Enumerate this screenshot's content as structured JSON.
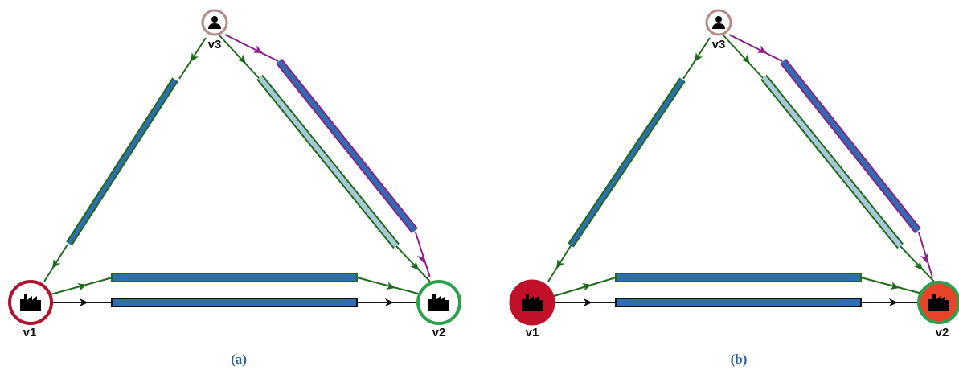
{
  "panels": [
    {
      "caption": "(a)",
      "nodes": {
        "v1": {
          "label": "v1",
          "icon": "factory-icon",
          "fill": "#ffffff",
          "stroke": "#b3122e"
        },
        "v2": {
          "label": "v2",
          "icon": "factory-icon",
          "fill": "#ffffff",
          "stroke": "#2aa14a"
        },
        "v3": {
          "label": "v3",
          "icon": "user-icon",
          "fill": "#ffffff",
          "stroke": "#b58a8a"
        }
      }
    },
    {
      "caption": "(b)",
      "nodes": {
        "v1": {
          "label": "v1",
          "icon": "factory-icon",
          "fill": "#c0102a",
          "stroke": "#c0102a"
        },
        "v2": {
          "label": "v2",
          "icon": "factory-icon",
          "fill": "#e8442a",
          "stroke": "#2aa14a"
        },
        "v3": {
          "label": "v3",
          "icon": "user-icon",
          "fill": "#ffffff",
          "stroke": "#b58a8a"
        }
      }
    }
  ],
  "colors": {
    "edge_green": "#1d6b1a",
    "edge_purple": "#8b1f8b",
    "edge_black": "#111111",
    "bar_dark_blue": "#2f6db0",
    "bar_light_blue": "#a9c9da"
  }
}
